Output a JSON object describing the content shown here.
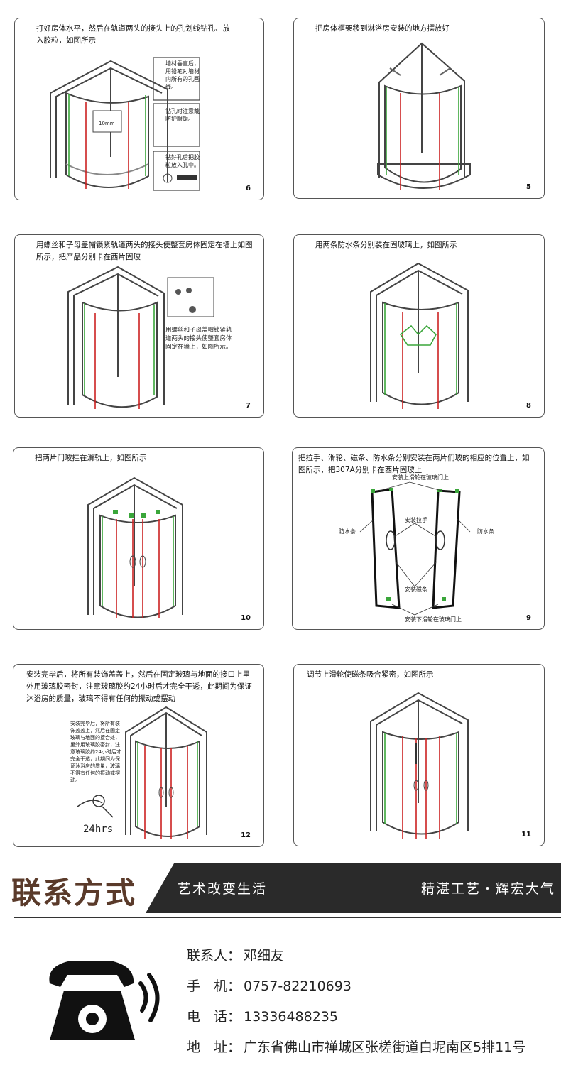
{
  "panels": [
    {
      "id": "p6",
      "number": "6",
      "caption": "打好房体水平，然后在轨道两头的接头上的孔划线钻孔、放入胶粒，如图所示",
      "notes": [
        "墙材垂直后，用铅笔对墙材内所有的孔画线。",
        "钻孔时注意戴防护眼镜。",
        "钻好孔后把胶粒放入孔中。"
      ]
    },
    {
      "id": "p5",
      "number": "5",
      "caption": "把房体框架移到淋浴房安装的地方摆放好"
    },
    {
      "id": "p7",
      "number": "7",
      "caption": "用螺丝和子母盖帽锁紧轨道两头的接头使整套房体固定在墙上如图所示，把产品分别卡在西片固玻",
      "note": "用螺丝和子母盖帽锁紧轨道两头的接头使整套房体固定在墙上，如图所示。"
    },
    {
      "id": "p8",
      "number": "8",
      "caption": "用两条防水条分别装在固玻璃上，如图所示"
    },
    {
      "id": "p10",
      "number": "10",
      "caption": "把两片门玻挂在滑轨上，如图所示"
    },
    {
      "id": "p9",
      "number": "9",
      "caption": "把拉手、滑轮、磁条、防水条分别安装在两片们玻的相应的位置上，如图所示，把307A分别卡在西片固玻上",
      "labels": {
        "top": "安装上滑轮在玻璃门上",
        "handle": "安装拉手",
        "left": "防水条",
        "right": "防水条",
        "magnet": "安装磁条",
        "bottom": "安装下滑轮在玻璃门上"
      }
    },
    {
      "id": "p12",
      "number": "12",
      "caption": "安装完毕后，将所有装饰盖盖上，然后在固定玻璃与地面的接口上里外用玻璃胶密封，注意玻璃胶约24小时后才完全干透，此期间为保证沐浴房的质量，玻璃不得有任何的振动或摆动",
      "note": "安装完毕后，将所有装饰盖盖上，然后在固定玻璃与地面的接合处，里外用玻璃胶密封，注意玻璃胶约24小时后才完全干透，此期间为保证沐浴房的质量，玻璃不得有任何的振动或摆动。",
      "hours": "24hrs"
    },
    {
      "id": "p11",
      "number": "11",
      "caption": "调节上滑轮使磁条吸合紧密，如图所示"
    }
  ],
  "contact": {
    "title": "联系方式",
    "banner_left": "艺术改变生活",
    "banner_right": "精湛工艺・辉宏大气",
    "person_label": "联系人：",
    "person": "邓细友",
    "mobile_label": "手　机：",
    "mobile": "0757-82210693",
    "phone_label": "电　话：",
    "phone": "13336488235",
    "address_label": "地　址：",
    "address": "广东省佛山市禅城区张槎街道白坭南区5排11号"
  },
  "colors": {
    "frame": "#444444",
    "red": "#cc2222",
    "green": "#3aa63a",
    "banner": "#2a2a2a",
    "title": "#5a3a2a"
  }
}
